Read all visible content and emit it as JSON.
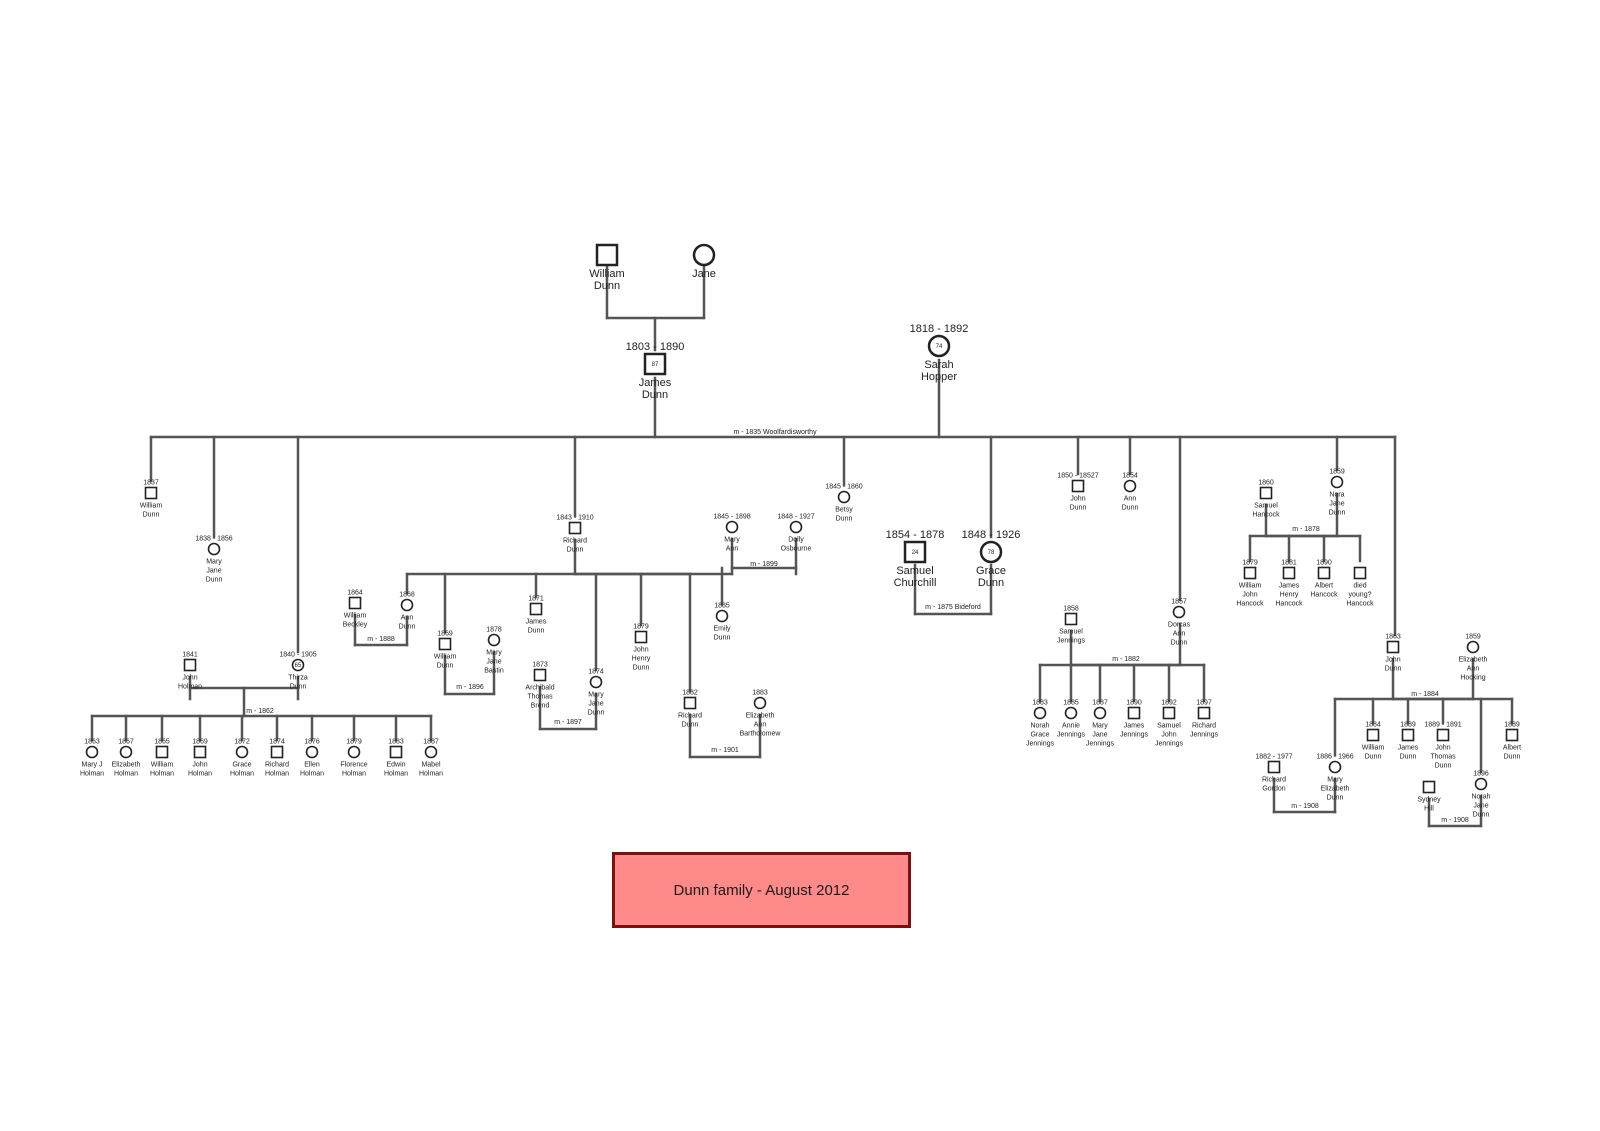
{
  "colors": {
    "title_fill": "#ff8a8a",
    "title_border": "#7a1010",
    "line": "#555555"
  },
  "caption": "Dunn family - August 2012",
  "people": [
    {
      "id": "william_dunn_sr",
      "sex": "M",
      "years": "",
      "age": "",
      "names": [
        "William",
        "Dunn"
      ],
      "size": "L"
    },
    {
      "id": "jane",
      "sex": "F",
      "years": "",
      "age": "",
      "names": [
        "Jane"
      ],
      "size": "L"
    },
    {
      "id": "james_dunn",
      "sex": "M",
      "years": "1803 - 1890",
      "age": "87",
      "names": [
        "James",
        "Dunn"
      ],
      "size": "L"
    },
    {
      "id": "sarah_hopper",
      "sex": "F",
      "years": "1818 - 1892",
      "age": "74",
      "names": [
        "Sarah",
        "Hopper"
      ],
      "size": "L"
    },
    {
      "id": "william_dunn_1837",
      "sex": "M",
      "years": "1837",
      "age": "",
      "names": [
        "William",
        "Dunn"
      ],
      "size": "S"
    },
    {
      "id": "mary_jane_dunn_1838",
      "sex": "F",
      "years": "1838 - 1856",
      "age": "",
      "names": [
        "Mary",
        "Jane",
        "Dunn"
      ],
      "size": "S"
    },
    {
      "id": "thirza_dunn",
      "sex": "F",
      "years": "1840 - 1905",
      "age": "65",
      "names": [
        "Thirza",
        "Dunn"
      ],
      "size": "S"
    },
    {
      "id": "john_holman",
      "sex": "M",
      "years": "1841",
      "age": "",
      "names": [
        "John",
        "Holman"
      ],
      "size": "S"
    },
    {
      "id": "richard_dunn_1843",
      "sex": "M",
      "years": "1843 - 1910",
      "age": "",
      "names": [
        "Richard",
        "Dunn"
      ],
      "size": "S"
    },
    {
      "id": "mary_ann",
      "sex": "F",
      "years": "1845 - 1898",
      "age": "",
      "names": [
        "Mary",
        "Ann"
      ],
      "size": "S"
    },
    {
      "id": "dolly_osbourne",
      "sex": "F",
      "years": "1848 - 1927",
      "age": "",
      "names": [
        "Dolly",
        "Osbourne"
      ],
      "size": "S"
    },
    {
      "id": "betsy_dunn",
      "sex": "F",
      "years": "1845 - 1860",
      "age": "",
      "names": [
        "Betsy",
        "Dunn"
      ],
      "size": "S"
    },
    {
      "id": "samuel_churchill",
      "sex": "M",
      "years": "1854 - 1878",
      "age": "24",
      "names": [
        "Samuel",
        "Churchill"
      ],
      "size": "L"
    },
    {
      "id": "grace_dunn",
      "sex": "F",
      "years": "1848 - 1926",
      "age": "78",
      "names": [
        "Grace",
        "Dunn"
      ],
      "size": "L"
    },
    {
      "id": "john_dunn_1850",
      "sex": "M",
      "years": "1850 - 18527",
      "age": "",
      "names": [
        "John",
        "Dunn"
      ],
      "size": "S"
    },
    {
      "id": "ann_dunn_1854",
      "sex": "F",
      "years": "1854",
      "age": "",
      "names": [
        "Ann",
        "Dunn"
      ],
      "size": "S"
    },
    {
      "id": "samuel_hancock",
      "sex": "M",
      "years": "1860",
      "age": "",
      "names": [
        "Samuel",
        "Hancock"
      ],
      "size": "S"
    },
    {
      "id": "nora_jane_dunn",
      "sex": "F",
      "years": "1859",
      "age": "",
      "names": [
        "Nora",
        "Jane",
        "Dunn"
      ],
      "size": "S"
    },
    {
      "id": "samuel_jennings_1858",
      "sex": "M",
      "years": "1858",
      "age": "",
      "names": [
        "Samuel",
        "Jennings"
      ],
      "size": "S"
    },
    {
      "id": "dorcas_ann_dunn",
      "sex": "F",
      "years": "1857",
      "age": "",
      "names": [
        "Dorcas",
        "Ann",
        "Dunn"
      ],
      "size": "S"
    },
    {
      "id": "john_dunn_1863",
      "sex": "M",
      "years": "1863",
      "age": "",
      "names": [
        "John",
        "Dunn"
      ],
      "size": "S"
    },
    {
      "id": "elizabeth_ann_hocking",
      "sex": "F",
      "years": "1859",
      "age": "",
      "names": [
        "Elizabeth",
        "Ann",
        "Hocking"
      ],
      "size": "S"
    },
    {
      "id": "mary_j_holman",
      "sex": "F",
      "years": "1863",
      "age": "",
      "names": [
        "Mary J",
        "Holman"
      ],
      "size": "S"
    },
    {
      "id": "elizabeth_holman",
      "sex": "F",
      "years": "1867",
      "age": "",
      "names": [
        "Elizabeth",
        "Holman"
      ],
      "size": "S"
    },
    {
      "id": "william_holman",
      "sex": "M",
      "years": "1865",
      "age": "",
      "names": [
        "William",
        "Holman"
      ],
      "size": "S"
    },
    {
      "id": "john_holman_1869",
      "sex": "M",
      "years": "1869",
      "age": "",
      "names": [
        "John",
        "Holman"
      ],
      "size": "S"
    },
    {
      "id": "grace_holman",
      "sex": "F",
      "years": "1872",
      "age": "",
      "names": [
        "Grace",
        "Holman"
      ],
      "size": "S"
    },
    {
      "id": "richard_holman",
      "sex": "M",
      "years": "1874",
      "age": "",
      "names": [
        "Richard",
        "Holman"
      ],
      "size": "S"
    },
    {
      "id": "ellen_holman",
      "sex": "F",
      "years": "1876",
      "age": "",
      "names": [
        "Ellen",
        "Holman"
      ],
      "size": "S"
    },
    {
      "id": "florence_holman",
      "sex": "F",
      "years": "1879",
      "age": "",
      "names": [
        "Florence",
        "Holman"
      ],
      "size": "S"
    },
    {
      "id": "edwin_holman",
      "sex": "M",
      "years": "1883",
      "age": "",
      "names": [
        "Edwin",
        "Holman"
      ],
      "size": "S"
    },
    {
      "id": "mabel_holman",
      "sex": "F",
      "years": "1887",
      "age": "",
      "names": [
        "Mabel",
        "Holman"
      ],
      "size": "S"
    },
    {
      "id": "william_beckley",
      "sex": "M",
      "years": "1864",
      "age": "",
      "names": [
        "William",
        "Beckley"
      ],
      "size": "S"
    },
    {
      "id": "ann_dunn_1868",
      "sex": "F",
      "years": "1868",
      "age": "",
      "names": [
        "Ann",
        "Dunn"
      ],
      "size": "S"
    },
    {
      "id": "william_dunn_1869",
      "sex": "M",
      "years": "1869",
      "age": "",
      "names": [
        "William",
        "Dunn"
      ],
      "size": "S"
    },
    {
      "id": "mary_jane_bastin",
      "sex": "F",
      "years": "1878",
      "age": "",
      "names": [
        "Mary",
        "Jane",
        "Bastin"
      ],
      "size": "S"
    },
    {
      "id": "james_dunn_1871",
      "sex": "M",
      "years": "1871",
      "age": "",
      "names": [
        "James",
        "Dunn"
      ],
      "size": "S"
    },
    {
      "id": "archibald_thomas_brend",
      "sex": "M",
      "years": "1873",
      "age": "",
      "names": [
        "Archibald",
        "Thomas",
        "Brend"
      ],
      "size": "S"
    },
    {
      "id": "mary_jane_dunn_1874",
      "sex": "F",
      "years": "1874",
      "age": "",
      "names": [
        "Mary",
        "Jane",
        "Dunn"
      ],
      "size": "S"
    },
    {
      "id": "john_henry_dunn",
      "sex": "M",
      "years": "1879",
      "age": "",
      "names": [
        "John",
        "Henry",
        "Dunn"
      ],
      "size": "S"
    },
    {
      "id": "richard_dunn_1882",
      "sex": "M",
      "years": "1882",
      "age": "",
      "names": [
        "Richard",
        "Dunn"
      ],
      "size": "S"
    },
    {
      "id": "elizabeth_ann_bartholomew",
      "sex": "F",
      "years": "1883",
      "age": "",
      "names": [
        "Elizabeth",
        "Ann",
        "Bartholomew"
      ],
      "size": "S"
    },
    {
      "id": "emily_dunn",
      "sex": "F",
      "years": "1885",
      "age": "",
      "names": [
        "Emily",
        "Dunn"
      ],
      "size": "S"
    },
    {
      "id": "norah_grace_jennings",
      "sex": "F",
      "years": "1883",
      "age": "",
      "names": [
        "Norah",
        "Grace",
        "Jennings"
      ],
      "size": "S"
    },
    {
      "id": "annie_jennings",
      "sex": "F",
      "years": "1885",
      "age": "",
      "names": [
        "Annie",
        "Jennings"
      ],
      "size": "S"
    },
    {
      "id": "mary_jane_jennings",
      "sex": "F",
      "years": "1887",
      "age": "",
      "names": [
        "Mary",
        "Jane",
        "Jennings"
      ],
      "size": "S"
    },
    {
      "id": "james_jennings",
      "sex": "M",
      "years": "1890",
      "age": "",
      "names": [
        "James",
        "Jennings"
      ],
      "size": "S"
    },
    {
      "id": "samuel_john_jennings",
      "sex": "M",
      "years": "1892",
      "age": "",
      "names": [
        "Samuel",
        "John",
        "Jennings"
      ],
      "size": "S"
    },
    {
      "id": "richard_jennings",
      "sex": "M",
      "years": "1897",
      "age": "",
      "names": [
        "Richard",
        "Jennings"
      ],
      "size": "S"
    },
    {
      "id": "william_john_hancock",
      "sex": "M",
      "years": "1879",
      "age": "",
      "names": [
        "William",
        "John",
        "Hancock"
      ],
      "size": "S"
    },
    {
      "id": "james_henry_hancock",
      "sex": "M",
      "years": "1881",
      "age": "",
      "names": [
        "James",
        "Henry",
        "Hancock"
      ],
      "size": "S"
    },
    {
      "id": "albert_hancock",
      "sex": "M",
      "years": "1890",
      "age": "",
      "names": [
        "Albert",
        "Hancock"
      ],
      "size": "S"
    },
    {
      "id": "died_young_hancock",
      "sex": "M",
      "years": "",
      "age": "",
      "names": [
        "died",
        "young?",
        "Hancock"
      ],
      "size": "S"
    },
    {
      "id": "richard_gordon",
      "sex": "M",
      "years": "1882 - 1977",
      "age": "",
      "names": [
        "Richard",
        "Gordon"
      ],
      "size": "S"
    },
    {
      "id": "mary_elizabeth_dunn",
      "sex": "F",
      "years": "1886 - 1966",
      "age": "",
      "names": [
        "Mary",
        "Elizabeth",
        "Dunn"
      ],
      "size": "S"
    },
    {
      "id": "william_dunn_1884",
      "sex": "M",
      "years": "1884",
      "age": "",
      "names": [
        "William",
        "Dunn"
      ],
      "size": "S"
    },
    {
      "id": "james_dunn_1889",
      "sex": "M",
      "years": "1889",
      "age": "",
      "names": [
        "James",
        "Dunn"
      ],
      "size": "S"
    },
    {
      "id": "john_thomas_dunn",
      "sex": "M",
      "years": "1889 - 1891",
      "age": "",
      "names": [
        "John",
        "Thomas",
        "Dunn"
      ],
      "size": "S"
    },
    {
      "id": "albert_dunn",
      "sex": "M",
      "years": "1889",
      "age": "",
      "names": [
        "Albert",
        "Dunn"
      ],
      "size": "S"
    },
    {
      "id": "sydney_hill",
      "sex": "M",
      "years": "",
      "age": "",
      "names": [
        "Sydney",
        "Hill"
      ],
      "size": "S"
    },
    {
      "id": "norah_jane_dunn",
      "sex": "F",
      "years": "1896",
      "age": "",
      "names": [
        "Norah",
        "Jane",
        "Dunn"
      ],
      "size": "S"
    }
  ],
  "marriage_labels": [
    {
      "id": "m_james_sarah",
      "text": "m - 1835 Woolfardisworthy"
    },
    {
      "id": "m_holman",
      "text": "m - 1862"
    },
    {
      "id": "m_beckley",
      "text": "m - 1888"
    },
    {
      "id": "m_bastin",
      "text": "m - 1896"
    },
    {
      "id": "m_brend",
      "text": "m - 1897"
    },
    {
      "id": "m_bartholomew",
      "text": "m - 1901"
    },
    {
      "id": "m_richard_dolly",
      "text": "m - 1899"
    },
    {
      "id": "m_churchill",
      "text": "m - 1875 Bideford"
    },
    {
      "id": "m_jennings",
      "text": "m - 1882"
    },
    {
      "id": "m_hancock",
      "text": "m - 1878"
    },
    {
      "id": "m_john_elizabeth",
      "text": "m - 1884"
    },
    {
      "id": "m_gordon",
      "text": "m - 1908"
    },
    {
      "id": "m_hill",
      "text": "m - 1908"
    }
  ]
}
